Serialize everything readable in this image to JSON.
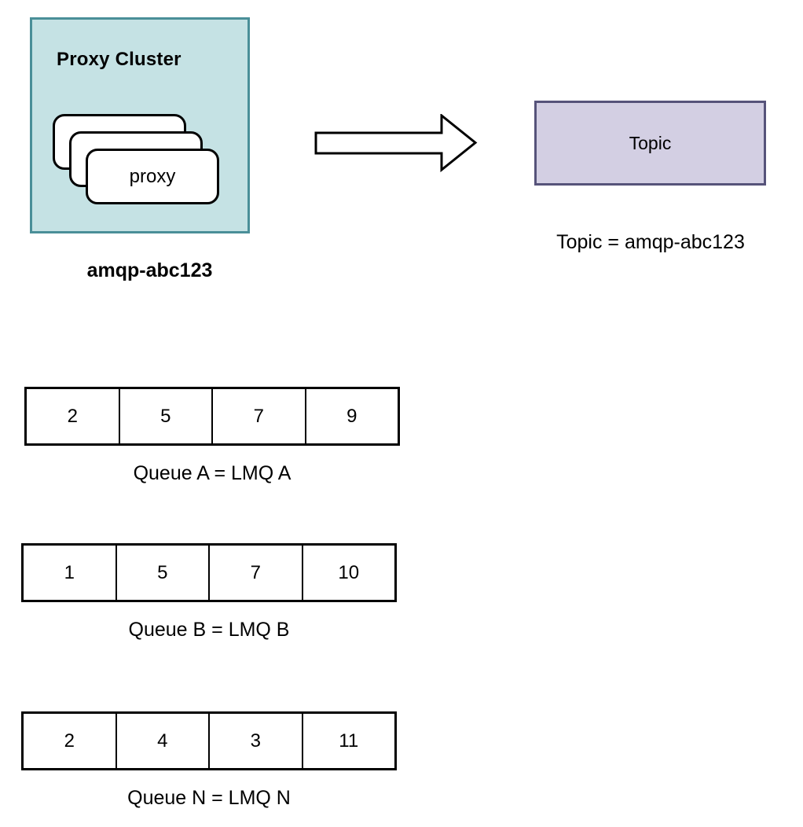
{
  "proxy_cluster": {
    "title": "Proxy Cluster",
    "proxy_label": "proxy",
    "caption": "amqp-abc123",
    "box_fill": "#c5e2e4",
    "box_border": "#4a8f98",
    "stack_count": 3
  },
  "icons": {
    "flow_arrow": "right-block-arrow"
  },
  "topic": {
    "label": "Topic",
    "caption": "Topic = amqp-abc123",
    "box_fill": "#d3cfe3",
    "box_border": "#56537a"
  },
  "queues": [
    {
      "label": "Queue A = LMQ A",
      "values": [
        "2",
        "5",
        "7",
        "9"
      ]
    },
    {
      "label": "Queue B = LMQ B",
      "values": [
        "1",
        "5",
        "7",
        "10"
      ]
    },
    {
      "label": "Queue N = LMQ N",
      "values": [
        "2",
        "4",
        "3",
        "11"
      ]
    }
  ]
}
